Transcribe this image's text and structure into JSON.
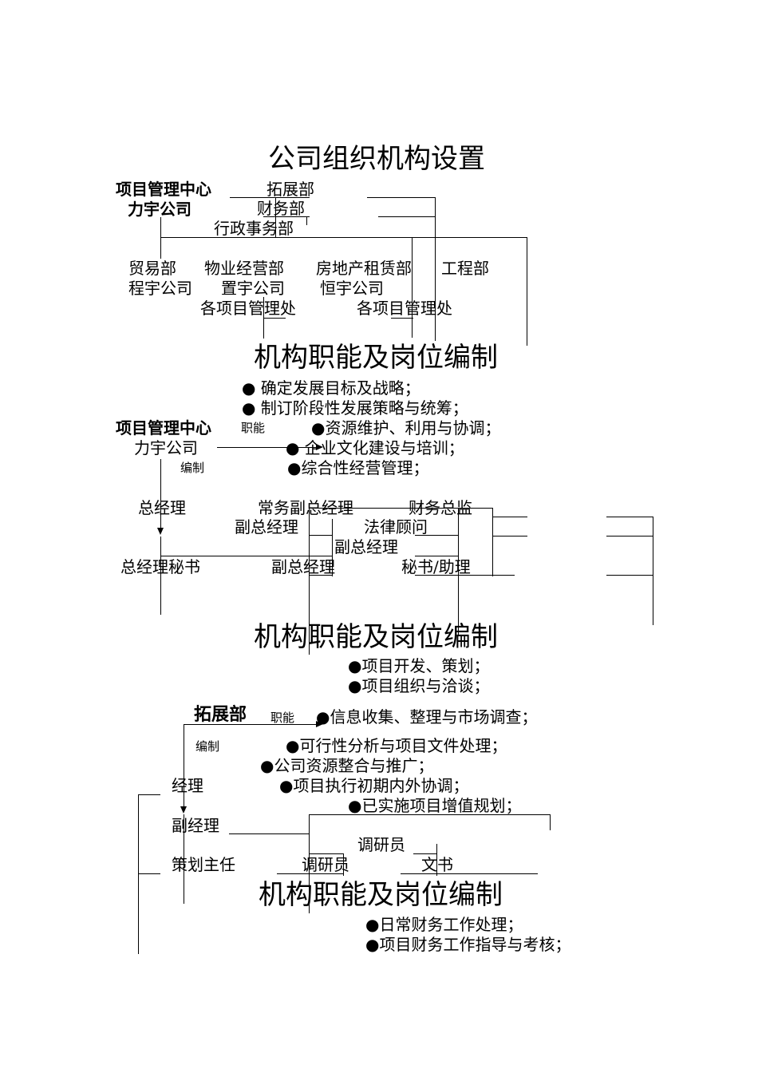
{
  "section1": {
    "title": "公司组织机构设置",
    "center": "项目管理中心",
    "company": "力宇公司",
    "dept_expand": "拓展部",
    "dept_finance": "财务部",
    "dept_admin": "行政事务部",
    "dept_trade": "贸易部",
    "dept_property": "物业经营部",
    "dept_realestate": "房地产租赁部",
    "dept_engineering": "工程部",
    "co_cheng": "程宇公司",
    "co_zhi": "置宇公司",
    "co_heng": "恒宇公司",
    "proj_office_1": "各项目管理处",
    "proj_office_2": "各项目管理处"
  },
  "section2": {
    "title": "机构职能及岗位编制",
    "functions": [
      "● 确定发展目标及战略；",
      "● 制订阶段性发展策略与统筹；",
      "●资源维护、利用与协调；",
      "● 企业文化建设与培训；",
      "●综合性经营管理；"
    ],
    "center": "项目管理中心",
    "company": "力宇公司",
    "label_function": "职能",
    "label_staff": "编制",
    "gm": "总经理",
    "exec_vgm": "常务副总经理",
    "cfo": "财务总监",
    "vgm_1": "副总经理",
    "legal": "法律顾问",
    "vgm_2": "副总经理",
    "gm_secretary": "总经理秘书",
    "vgm_3": "副总经理",
    "secretary_assistant": "秘书/助理"
  },
  "section3": {
    "title": "机构职能及岗位编制",
    "functions": [
      "●项目开发、策划；",
      "●项目组织与洽谈；",
      "●信息收集、整理与市场调查；",
      "●可行性分析与项目文件处理；",
      "●公司资源整合与推广；",
      "●项目执行初期内外协调；",
      "●已实施项目增值规划；"
    ],
    "dept": "拓展部",
    "label_function": "职能",
    "label_staff": "编制",
    "manager": "经理",
    "deputy_manager": "副经理",
    "planning_head": "策划主任",
    "researcher_1": "调研员",
    "researcher_2": "调研员",
    "clerk": "文书"
  },
  "section4": {
    "title": "机构职能及岗位编制",
    "functions": [
      "●日常财务工作处理；",
      "●项目财务工作指导与考核；"
    ]
  }
}
